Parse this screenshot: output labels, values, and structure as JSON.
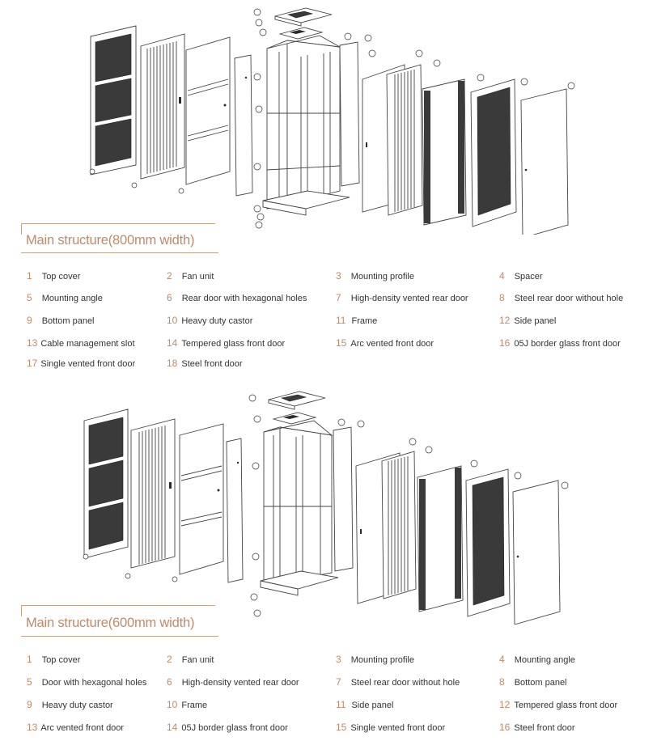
{
  "sections": [
    {
      "title": "Main structure(800mm width)",
      "items": [
        {
          "num": "1",
          "label": "Top cover"
        },
        {
          "num": "2",
          "label": "Fan unit"
        },
        {
          "num": "3",
          "label": "Mounting profile"
        },
        {
          "num": "4",
          "label": "Spacer"
        },
        {
          "num": "5",
          "label": "Mounting angle"
        },
        {
          "num": "6",
          "label": "Rear door with hexagonal holes"
        },
        {
          "num": "7",
          "label": "High-density vented rear door"
        },
        {
          "num": "8",
          "label": "Steel rear door without hole"
        },
        {
          "num": "9",
          "label": "Bottom panel"
        },
        {
          "num": "10",
          "label": "Heavy duty castor"
        },
        {
          "num": "11",
          "label": "Frame"
        },
        {
          "num": "12",
          "label": "Side panel"
        },
        {
          "num": "13",
          "label": "Cable management slot"
        },
        {
          "num": "14",
          "label": "Tempered glass front door"
        },
        {
          "num": "15",
          "label": "Arc vented front door"
        },
        {
          "num": "16",
          "label": "05J border glass front door"
        },
        {
          "num": "17",
          "label": "Single vented front door"
        },
        {
          "num": "18",
          "label": "Steel front door"
        }
      ]
    },
    {
      "title": "Main structure(600mm width)",
      "items": [
        {
          "num": "1",
          "label": "Top cover"
        },
        {
          "num": "2",
          "label": "Fan unit"
        },
        {
          "num": "3",
          "label": "Mounting profile"
        },
        {
          "num": "4",
          "label": "Mounting angle"
        },
        {
          "num": "5",
          "label": "Door with hexagonal holes"
        },
        {
          "num": "6",
          "label": "High-density vented rear door"
        },
        {
          "num": "7",
          "label": "Steel rear door without hole"
        },
        {
          "num": "8",
          "label": "Bottom panel"
        },
        {
          "num": "9",
          "label": "Heavy duty castor"
        },
        {
          "num": "10",
          "label": "Frame"
        },
        {
          "num": "11",
          "label": "Side panel"
        },
        {
          "num": "12",
          "label": "Tempered glass front door"
        },
        {
          "num": "13",
          "label": "Arc vented front door"
        },
        {
          "num": "14",
          "label": "05J border glass front door"
        },
        {
          "num": "15",
          "label": "Single vented front door"
        },
        {
          "num": "16",
          "label": "Steel front door"
        }
      ]
    }
  ],
  "colors": {
    "accent": "#c08a6a",
    "text": "#333333",
    "line": "#444444",
    "mesh": "#2a2a2a"
  }
}
